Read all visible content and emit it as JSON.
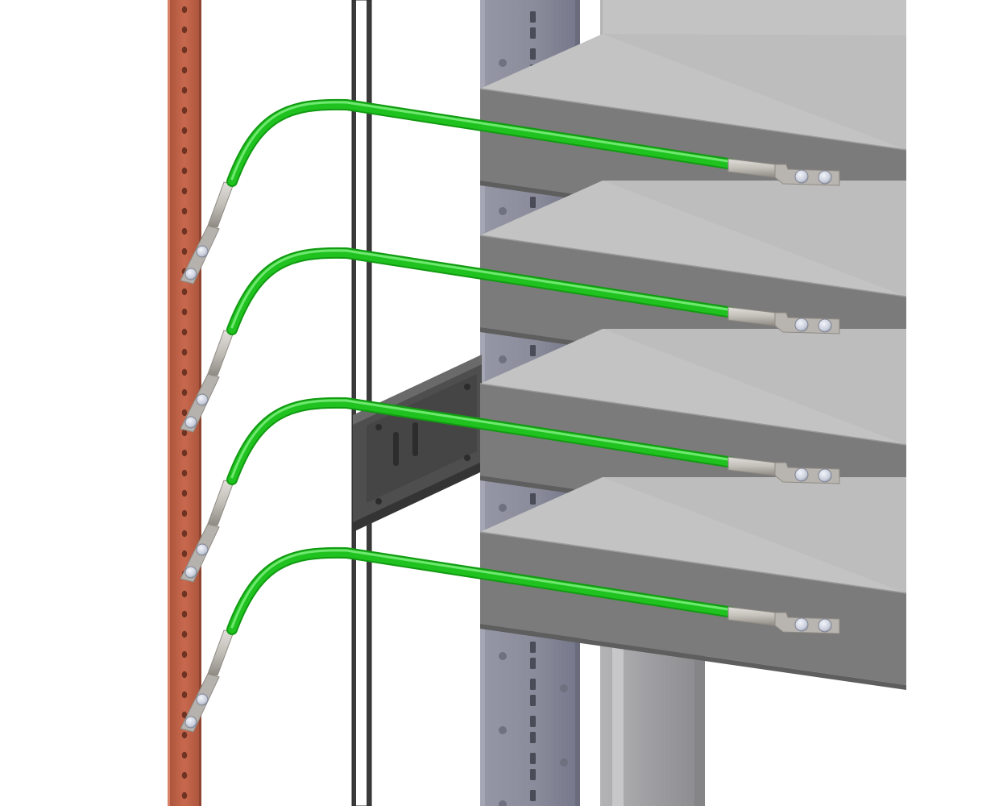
{
  "title": "",
  "colors": {
    "background": "#ffffff",
    "copper_bar": "#c0644a",
    "copper_bar_edge": "#8e4530",
    "copper_hole": "#6e3322",
    "black_rail": "#3a3a3a",
    "rack_post": "#8b8d9c",
    "rack_post_dark": "#6f7181",
    "rack_slot": "#4a4c58",
    "rear_post": "#a5a5a8",
    "shelf_top": "#c3c3c3",
    "shelf_front": "#7b7b7b",
    "shelf_bottom_shadow": "#5e5e5e",
    "bracket": "#505050",
    "bracket_dark": "#343434",
    "cable_green": "#1fc21f",
    "cable_green_light": "#6fe86f",
    "cable_green_dark": "#129a12",
    "ferrule": "#c4c0ba",
    "ferrule_dark": "#8f8a84",
    "bolt_head": "#d6dae6",
    "bolt_edge": "#7f8494"
  },
  "components": {
    "busbar": "copper-grounding-busbar",
    "rail": "black-vertical-rail",
    "rack_post": "rack-mounting-post",
    "rear_post": "rear-support-post",
    "bracket": "cable-tray-bracket",
    "shelves": [
      "shelf-1",
      "shelf-2",
      "shelf-3",
      "shelf-4"
    ],
    "cables": [
      "ground-cable-1",
      "ground-cable-2",
      "ground-cable-3",
      "ground-cable-4"
    ],
    "lug_type": "two-hole-compression-lug"
  },
  "counts": {
    "shelves": 4,
    "cables": 4,
    "lug_holes": 2
  }
}
